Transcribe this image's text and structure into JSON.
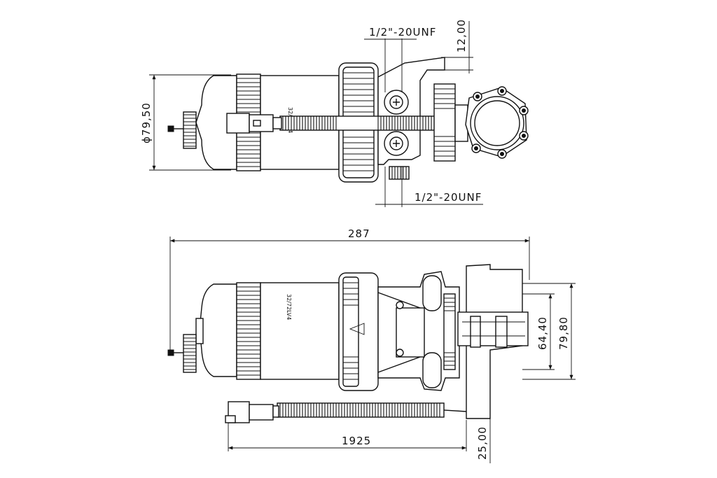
{
  "drawing": {
    "top_view": {
      "diameter_label": "ϕ79,50",
      "thread_top_label": "1/2\"-20UNF",
      "thread_bottom_label": "1/2\"-20UNF",
      "height_label": "12,00",
      "body_marking": "32/72LV4"
    },
    "side_view": {
      "overall_length_label": "287",
      "cable_length_label": "1925",
      "motor_height_label": "25,00",
      "width_inner_label": "64,40",
      "width_outer_label": "79,80",
      "body_marking": "32/72LV4"
    }
  }
}
